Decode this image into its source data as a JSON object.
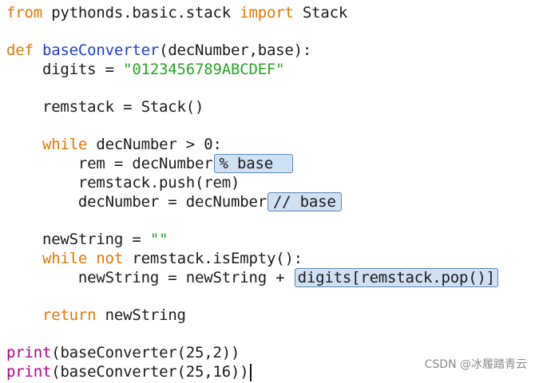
{
  "code": {
    "l1": {
      "t1": "from",
      "t2": " pythonds.basic.stack ",
      "t3": "import",
      "t4": " Stack"
    },
    "l2": {
      "t1": "def",
      "t2": " ",
      "t3": "baseConverter",
      "t4": "(decNumber,base):"
    },
    "l3": {
      "t1": "    digits = ",
      "t2": "\"0123456789ABCDEF\""
    },
    "l4": {
      "t1": "    remstack = Stack()"
    },
    "l5": {
      "t1": "    ",
      "t2": "while",
      "t3": " decNumber > 0:"
    },
    "l6": {
      "t1": "        rem = decNumber",
      "t2": "% base"
    },
    "l7": {
      "t1": "        remstack.push(rem)"
    },
    "l8": {
      "t1": "        decNumber = decNumber",
      "t2": "// base"
    },
    "l9": {
      "t1": "    newString = ",
      "t2": "\"\""
    },
    "l10": {
      "t1": "    ",
      "t2": "while",
      "t3": " ",
      "t4": "not",
      "t5": " remstack.isEmpty():"
    },
    "l11": {
      "t1": "        newString = newString + ",
      "t2": "digits[remstack.pop()]"
    },
    "l12": {
      "t1": "    ",
      "t2": "return",
      "t3": " newString"
    },
    "l13": {
      "t1": "print",
      "t2": "(baseConverter(25,2))"
    },
    "l14": {
      "t1": "print",
      "t2": "(baseConverter(25,16))"
    }
  },
  "watermark": "CSDN @冰履踏青云",
  "colors": {
    "keyword": "#e07800",
    "function_name": "#1f3fd1",
    "string": "#2aa32a",
    "builtin": "#b0008a",
    "highlight_fill": "#cfe1f3",
    "highlight_border": "#5c86b5"
  }
}
